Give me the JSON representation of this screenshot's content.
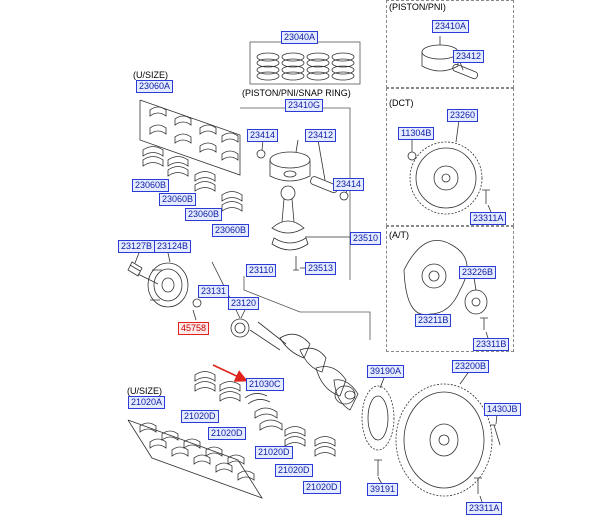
{
  "colors": {
    "label_border": "#2b3bd6",
    "label_bg": "#e6ecff",
    "highlight": "#e0231c"
  },
  "captions": {
    "piston_pni_box": "(PISTON/PNI)",
    "usize_top": "(U/SIZE)",
    "piston_pni_snap": "(PISTON/PNI/SNAP RING)",
    "dct": "(DCT)",
    "at": "(A/T)",
    "usize_bottom": "(U/SIZE)"
  },
  "labels": {
    "l23410A": "23410A",
    "l23412_box": "23412",
    "l23040A": "23040A",
    "l23060A": "23060A",
    "l23410G": "23410G",
    "l23414_left": "23414",
    "l23412_mid": "23412",
    "l23414_right": "23414",
    "l23260": "23260",
    "l11304B": "11304B",
    "l23060B_1": "23060B",
    "l23060B_2": "23060B",
    "l23060B_3": "23060B",
    "l23060B_4": "23060B",
    "l23311A": "23311A",
    "l23510": "23510",
    "l23127B": "23127B",
    "l23124B": "23124B",
    "l23513": "23513",
    "l23110": "23110",
    "l23131": "23131",
    "l23120": "23120",
    "l23226B": "23226B",
    "l23211B": "23211B",
    "l45758": "45758",
    "l23311B": "23311B",
    "l39190A": "39190A",
    "l23200B": "23200B",
    "l21030C": "21030C",
    "l21020A": "21020A",
    "l1430JB": "1430JB",
    "l21020D_1": "21020D",
    "l21020D_2": "21020D",
    "l21020D_3": "21020D",
    "l21020D_4": "21020D",
    "l21020D_5": "21020D",
    "l39191": "39191",
    "l23311A_bottom": "23311A"
  }
}
